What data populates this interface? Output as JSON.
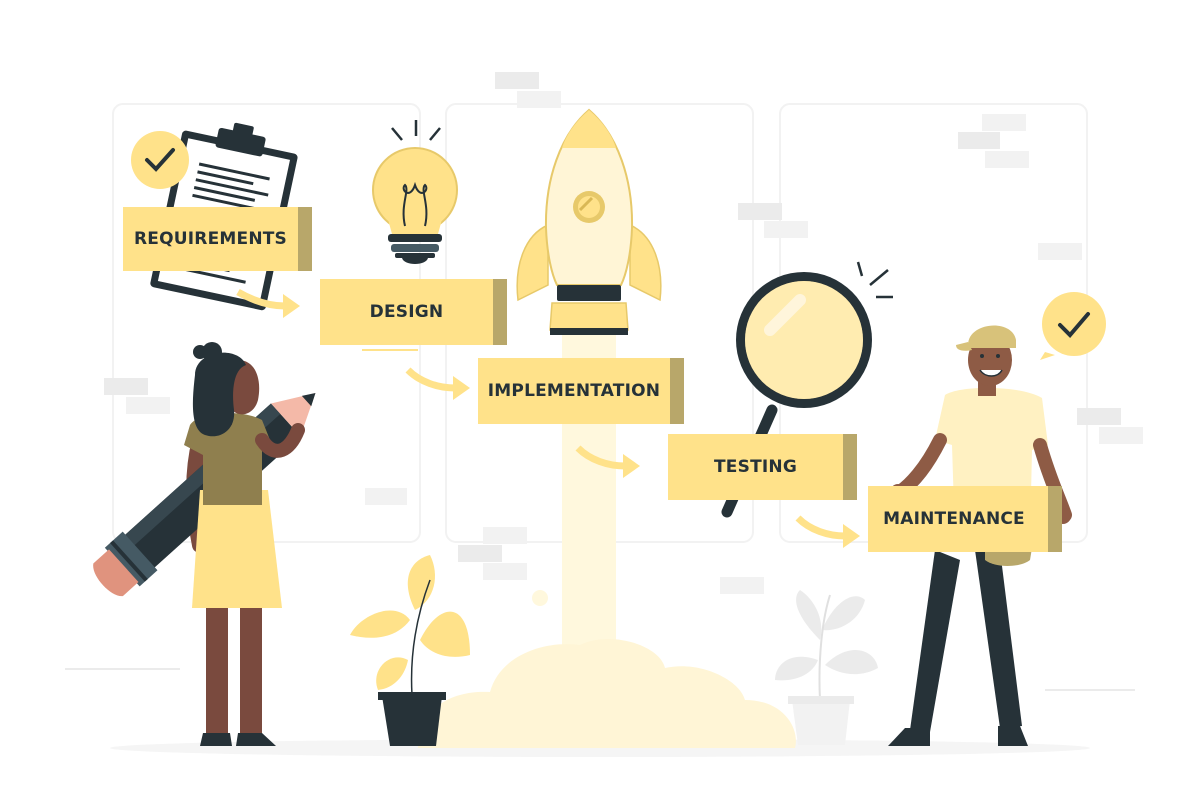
{
  "steps": [
    {
      "label": "REQUIREMENTS"
    },
    {
      "label": "DESIGN"
    },
    {
      "label": "IMPLEMENTATION"
    },
    {
      "label": "TESTING"
    },
    {
      "label": "MAINTENANCE"
    }
  ],
  "colors": {
    "accent": "#FFE28A",
    "accent_dark": "#B8A76A",
    "ink": "#263238",
    "panel_border": "#F2F2F2",
    "brick": "#EBEBEB",
    "skin_woman": "#7A4A3E",
    "skin_man": "#8E5B45",
    "smoke": "#FFF8DD"
  },
  "icons": [
    "check-icon",
    "clipboard-icon",
    "lightbulb-icon",
    "rocket-icon",
    "magnifier-icon",
    "pencil-icon",
    "plant-icon",
    "arrow-icon"
  ]
}
